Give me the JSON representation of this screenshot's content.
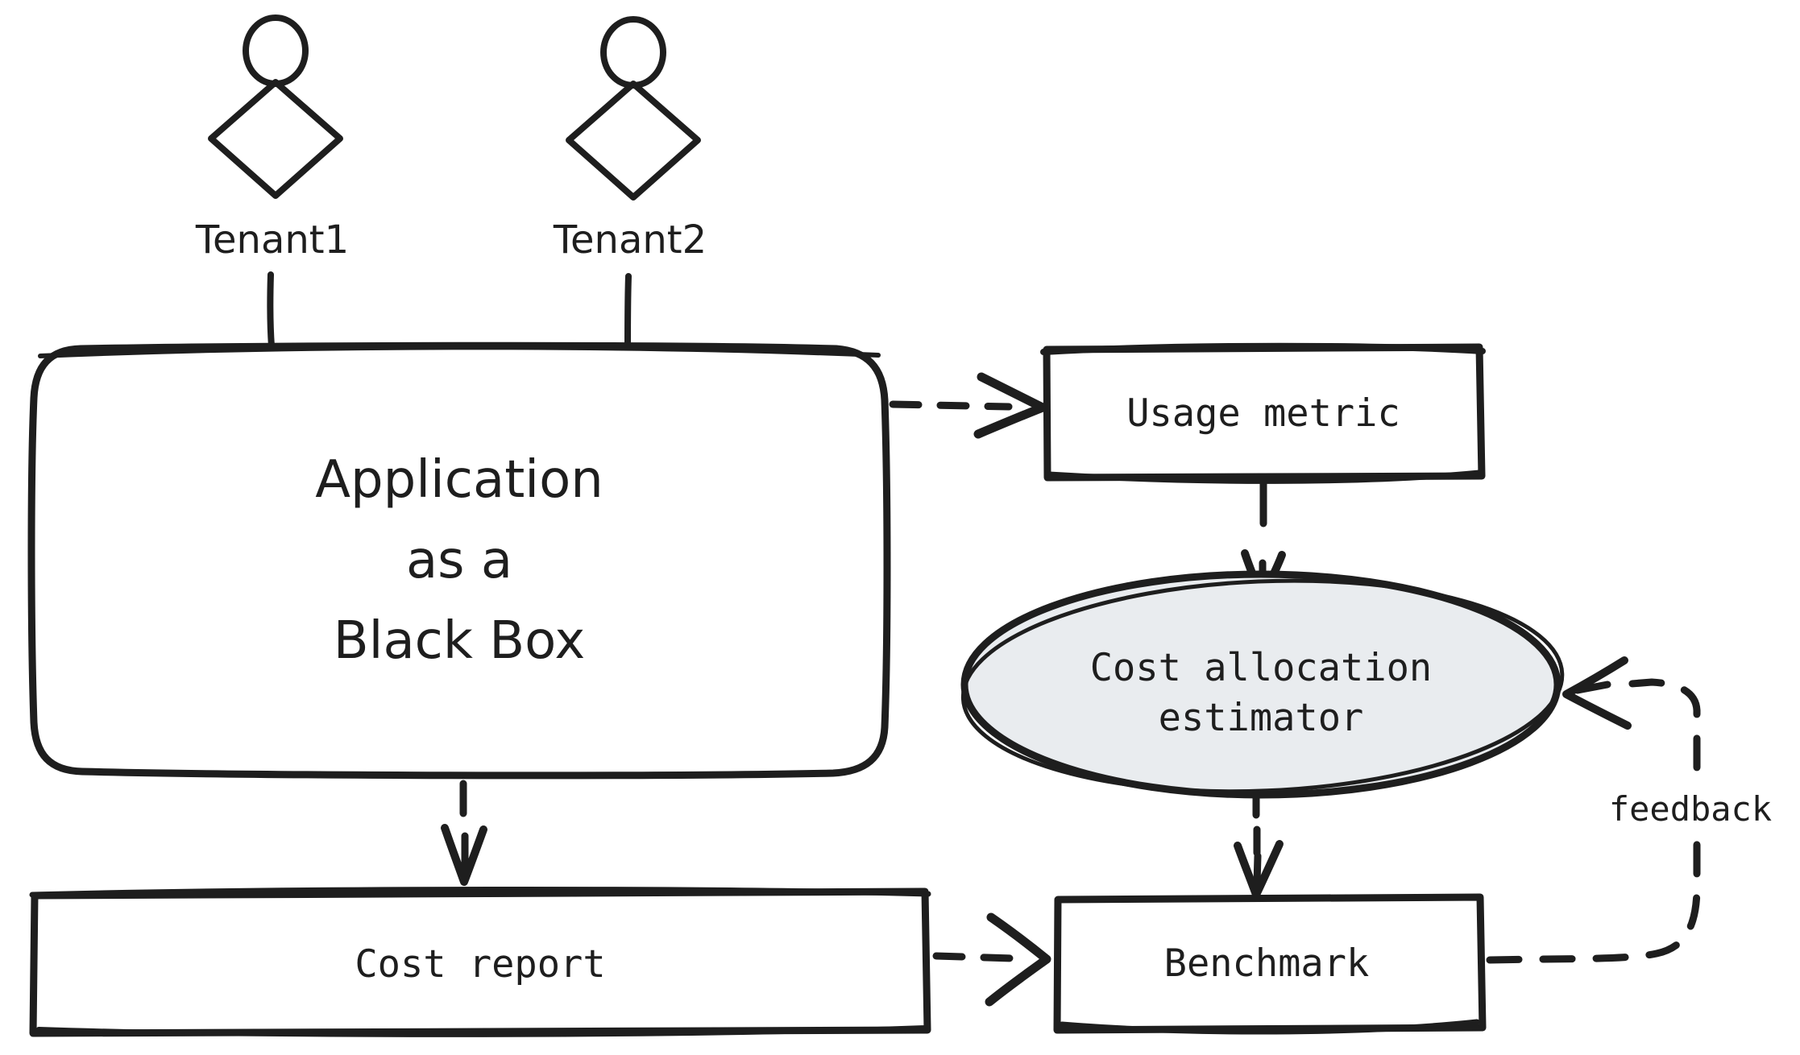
{
  "colors": {
    "stroke": "#1e1e1e",
    "node_fill": "#e9ecef",
    "background": "#ffffff"
  },
  "actors": {
    "tenant1": {
      "label": "Tenant1"
    },
    "tenant2": {
      "label": "Tenant2"
    }
  },
  "nodes": {
    "application": {
      "line1": "Application",
      "line2": "as a",
      "line3": "Black Box"
    },
    "usage_metric": {
      "label": "Usage metric"
    },
    "estimator": {
      "line1": "Cost allocation",
      "line2": "estimator"
    },
    "benchmark": {
      "label": "Benchmark"
    },
    "cost_report": {
      "label": "Cost report"
    }
  },
  "edges": {
    "feedback": {
      "label": "feedback"
    }
  }
}
